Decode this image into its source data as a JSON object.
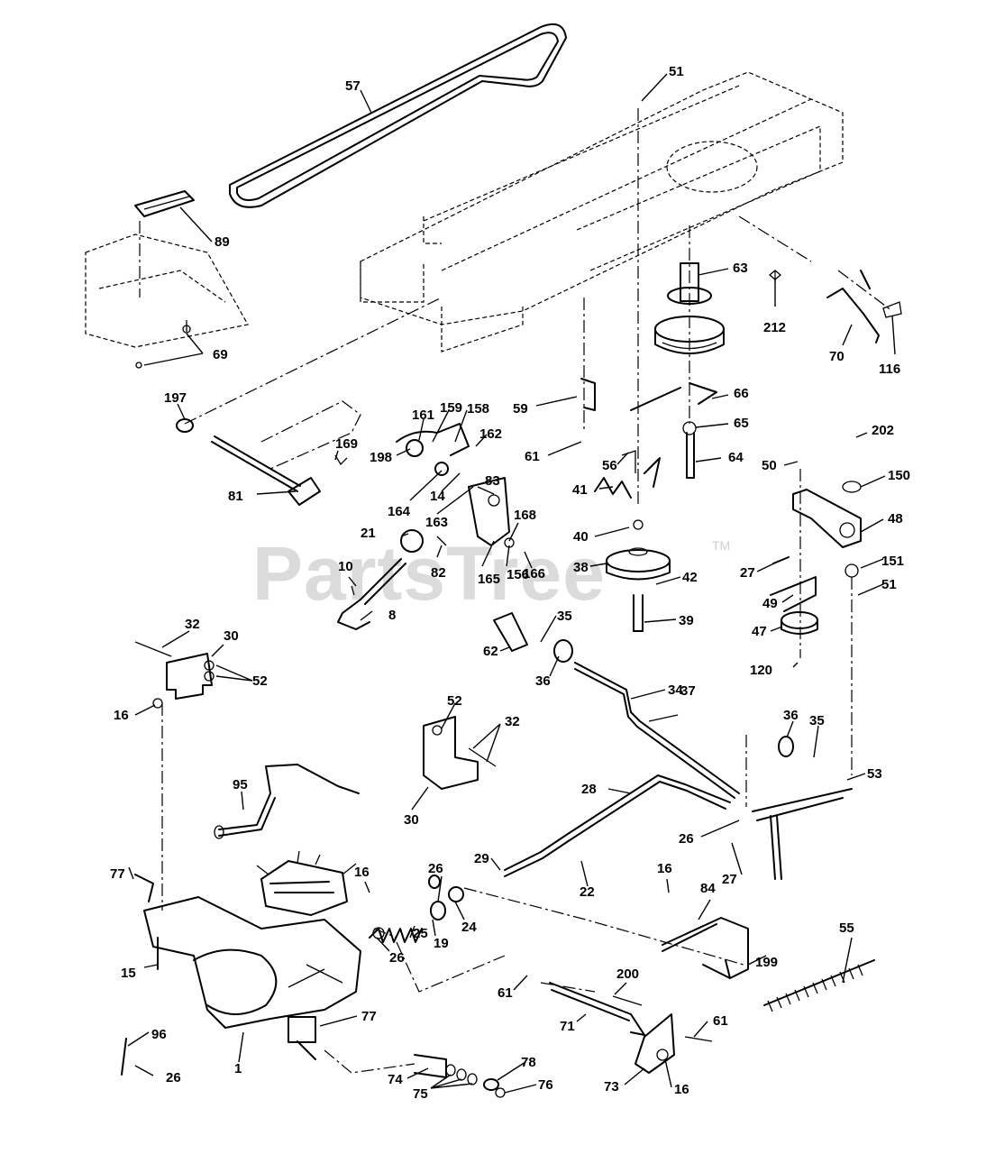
{
  "watermark": {
    "text": "PartsTree",
    "trademark": "TM"
  },
  "labels": {
    "p57": "57",
    "p51a": "51",
    "p89": "89",
    "p63": "63",
    "p212": "212",
    "p70": "70",
    "p116": "116",
    "p69": "69",
    "p197": "197",
    "p66": "66",
    "p59": "59",
    "p65": "65",
    "p161": "161",
    "p159": "159",
    "p158": "158",
    "p169": "169",
    "p198": "198",
    "p162": "162",
    "p61a": "61",
    "p64": "64",
    "p202": "202",
    "p56": "56",
    "p50": "50",
    "p150": "150",
    "p81": "81",
    "p164": "164",
    "p14": "14",
    "p83": "83",
    "p41": "41",
    "p163": "163",
    "p48": "48",
    "p21": "21",
    "p168": "168",
    "p40": "40",
    "p10": "10",
    "p82": "82",
    "p165": "165",
    "p156": "156",
    "p166": "166",
    "p38": "38",
    "p42": "42",
    "p27a": "27",
    "p151": "151",
    "p51b": "51",
    "p8": "8",
    "p49": "49",
    "p35a": "35",
    "p39": "39",
    "p47": "47",
    "p32a": "32",
    "p30a": "30",
    "p62": "62",
    "p36a": "36",
    "p52a": "52",
    "p120": "120",
    "p16a": "16",
    "p34": "34",
    "p52b": "52",
    "p37": "37",
    "p32b": "32",
    "p36b": "36",
    "p35b": "35",
    "p53": "53",
    "p95": "95",
    "p28": "28",
    "p30b": "30",
    "p26a": "26",
    "p29": "29",
    "p27b": "27",
    "p77a": "77",
    "p16b": "16",
    "p26b": "26",
    "p22": "22",
    "p16c": "16",
    "p84": "84",
    "p24": "24",
    "p55": "55",
    "p25": "25",
    "p19": "19",
    "p26c": "26",
    "p199": "199",
    "p15": "15",
    "p200": "200",
    "p61b": "61",
    "p77b": "77",
    "p71": "71",
    "p61c": "61",
    "p96": "96",
    "p1": "1",
    "p78": "78",
    "p26d": "26",
    "p74": "74",
    "p76": "76",
    "p75": "75",
    "p73": "73",
    "p16d": "16"
  }
}
